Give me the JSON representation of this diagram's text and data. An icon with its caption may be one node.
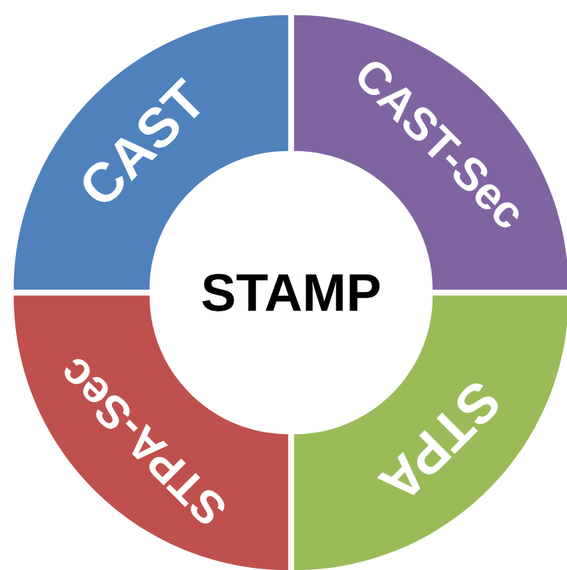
{
  "diagram": {
    "nodes": [
      {
        "text": [
          "STAMP"
        ]
      },
      {
        "text": [
          "CAST"
        ]
      },
      {
        "text": [
          "CAST-Sec"
        ]
      },
      {
        "text": [
          "STPA"
        ]
      },
      {
        "text": [
          "STPA-Sec"
        ]
      }
    ]
  }
}
